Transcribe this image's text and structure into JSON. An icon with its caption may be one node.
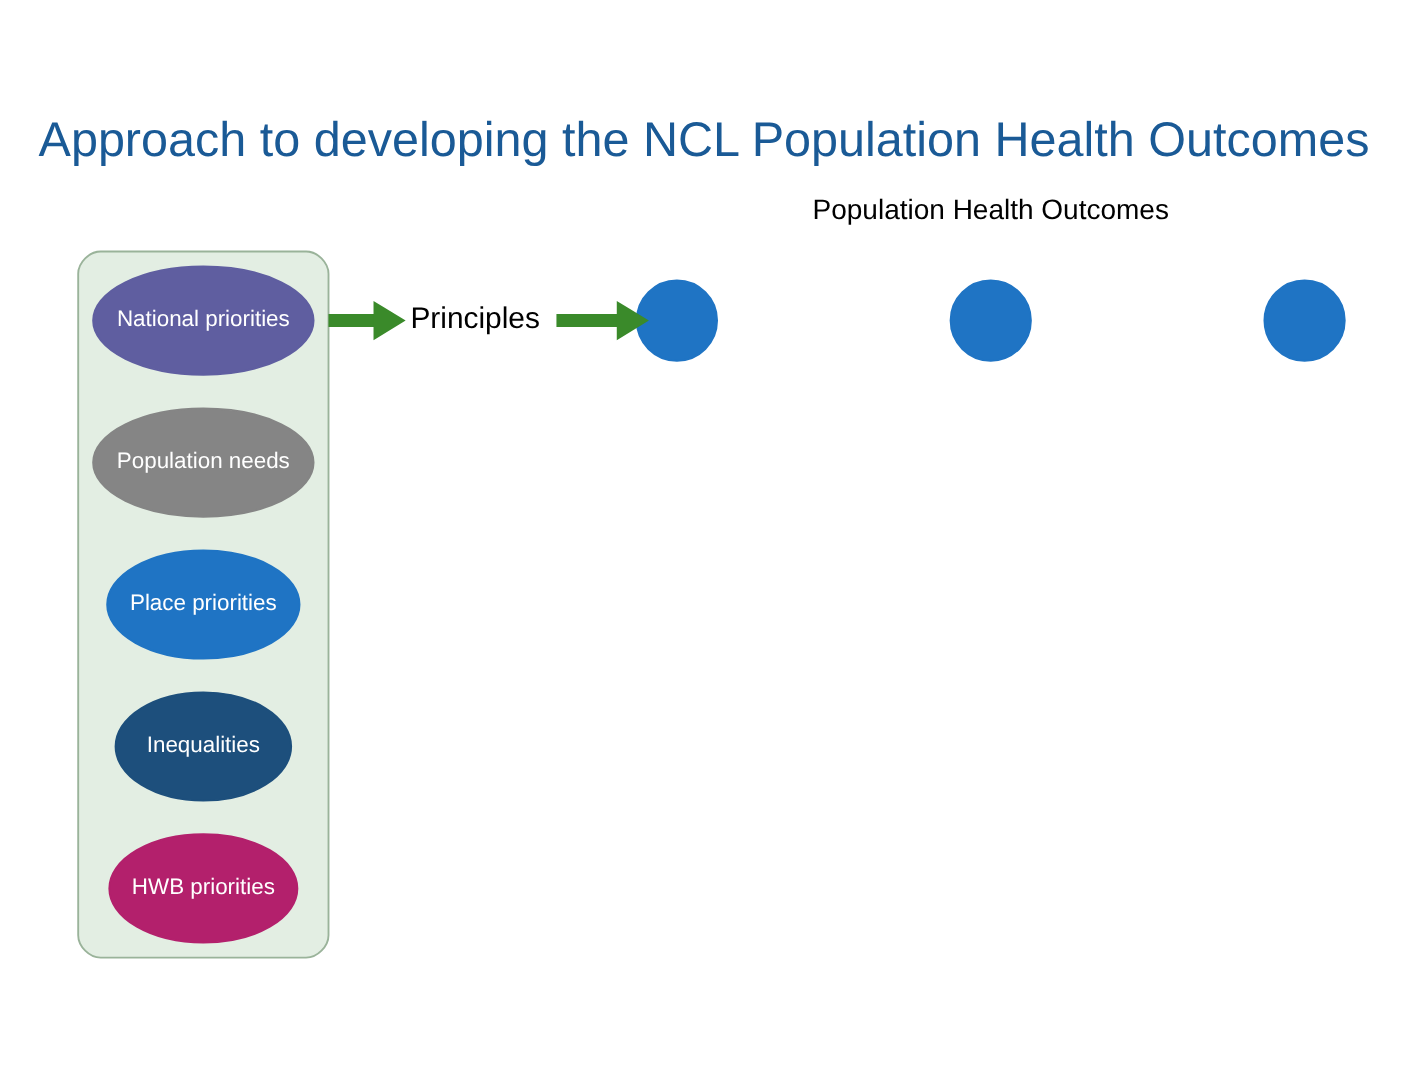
{
  "diagram": {
    "title": "Approach to developing the NCL Population Health Outcomes",
    "nodes": [
      {
        "text": [],
        "shape": "funnel"
      },
      {
        "text": [
          "National priorities"
        ],
        "in": 0
      },
      {
        "text": [
          "Population needs"
        ],
        "in": 0
      },
      {
        "text": [
          "Place priorities"
        ],
        "in": 0
      },
      {
        "text": [
          "Inequalities"
        ],
        "in": 0
      },
      {
        "text": [
          "HWB priorities"
        ],
        "in": 0
      },
      {
        "text": [
          "Principles"
        ]
      },
      {
        "text": [],
        "shape": "circle"
      },
      {
        "text": [],
        "shape": "circle"
      },
      {
        "text": [],
        "shape": "circle"
      }
    ],
    "edges": [
      {
        "from": 0,
        "to": 6,
        "arrow": "to"
      },
      {
        "from": 6,
        "to": 7,
        "arrow": "to"
      }
    ],
    "labels": [
      "Population Health Outcomes"
    ]
  }
}
